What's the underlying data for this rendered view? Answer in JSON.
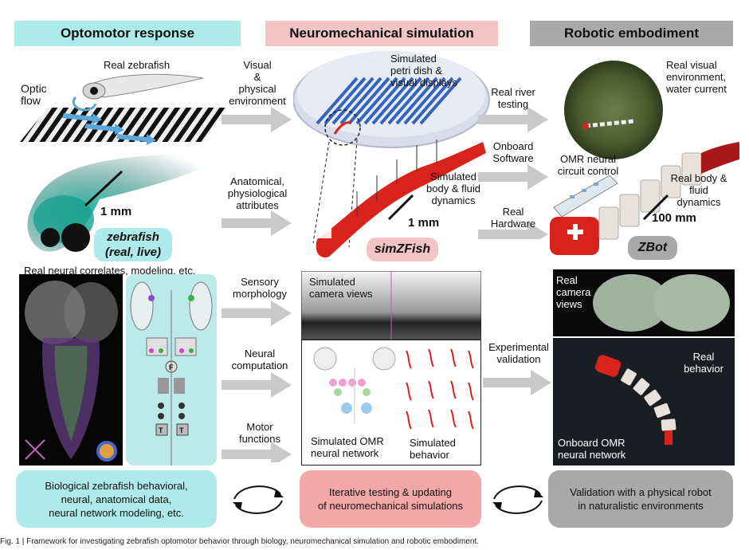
{
  "headers": {
    "optomotor": "Optomotor response",
    "neuromech": "Neuromechanical simulation",
    "robotic": "Robotic embodiment"
  },
  "top_labels": {
    "real_zebrafish": "Real zebrafish",
    "optic_flow": "Optic\nflow",
    "scale_1mm_left": "1 mm",
    "zebrafish_badge": "zebrafish\n(real, live)",
    "visual_env": "Visual\n&\nphysical\nenvironment",
    "anatomical": "Anatomical,\nphysiological\nattributes",
    "sim_petri": "Simulated\npetri dish &\nvisual displays",
    "sim_body": "Simulated\nbody & fluid\ndynamics",
    "scale_1mm_mid": "1 mm",
    "simzfish_badge": "simZFish",
    "real_river": "Real river\ntesting",
    "onboard_software": "Onboard\nSoftware",
    "real_hardware": "Real\nHardware",
    "real_visual_env": "Real visual\nenvironment,\nwater current",
    "omr_circuit": "OMR neural\ncircuit control",
    "real_body": "Real body &\nfluid\ndynamics",
    "scale_100mm": "100 mm",
    "zbot_badge": "ZBot"
  },
  "middle_labels": {
    "neural_correlates": "Real neural correlates, modeling, etc.",
    "sensory": "Sensory\nmorphology",
    "neural_comp": "Neural\ncomputation",
    "motor": "Motor\nfunctions",
    "sim_camera": "Simulated\ncamera views",
    "sim_omr": "Simulated OMR\nneural network",
    "sim_behavior": "Simulated\nbehavior",
    "experimental": "Experimental\nvalidation",
    "real_camera": "Real\ncamera\nviews",
    "real_behavior": "Real\nbehavior",
    "onboard_omr": "Onboard OMR\nneural network",
    "brain_F": "F",
    "brain_T1": "T",
    "brain_T2": "T"
  },
  "bottom": {
    "left": "Biological zebrafish behavioral,\nneural, anatomical data,\nneural network modeling, etc.",
    "mid": "Iterative testing & updating\nof neuromechanical simulations",
    "right": "Validation with a physical robot\nin naturalistic environments"
  },
  "caption": "Fig. 1 | Framework for investigating zebrafish optomotor behavior through biology, neuromechanical simulation and robotic embodiment.",
  "colors": {
    "cyan": "#aeeaea",
    "pink": "#f2c4c4",
    "gray": "#a9a9a9",
    "fish_red": "#d8231c"
  }
}
